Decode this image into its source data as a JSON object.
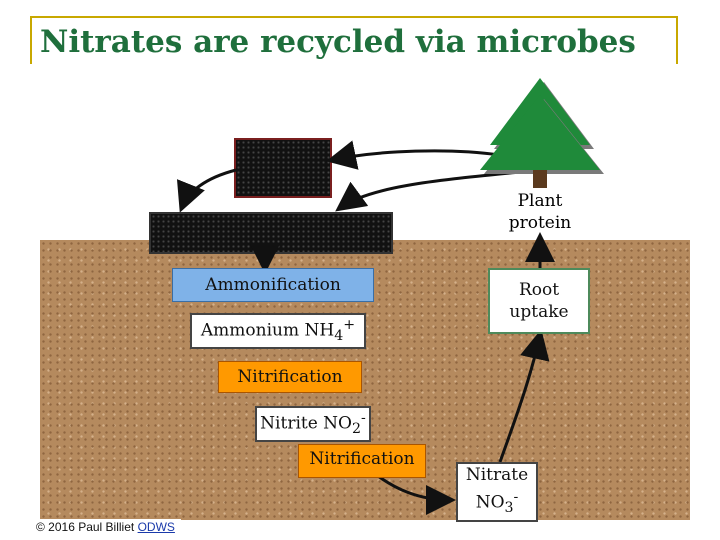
{
  "title": "Nitrates are recycled via microbes",
  "labels": {
    "ammonification": "Ammonification",
    "ammonium": "Ammonium NH",
    "ammonium_sub": "4",
    "ammonium_sup": "+",
    "nitrification_1": "Nitrification",
    "nitrite": "Nitrite NO",
    "nitrite_sub": "2",
    "nitrite_sup": "-",
    "nitrification_2": "Nitrification",
    "nitrate_line1": "Nitrate",
    "nitrate_line2": "NO",
    "nitrate_sub": "3",
    "nitrate_sup": "-",
    "root_uptake": "Root uptake",
    "plant_protein": "Plant protein"
  },
  "copyright": {
    "text": "© 2016 Paul Billiet ",
    "link": "ODWS"
  },
  "colors": {
    "title": "#1f6f3c",
    "soil": "#b58a5e",
    "ammonification": "#7fb2e8",
    "nitrification": "#ff9900",
    "tree": "#1f8a3a"
  }
}
